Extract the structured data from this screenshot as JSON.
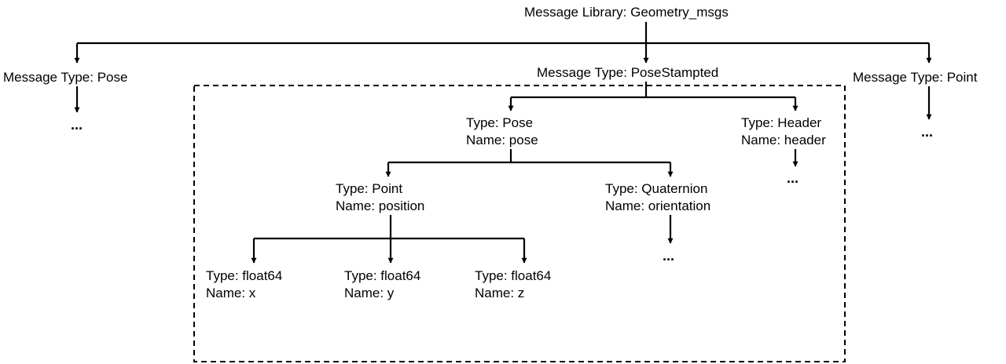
{
  "root": {
    "label": "Message Library: Geometry_msgs"
  },
  "message_types": [
    {
      "id": "pose",
      "label": "Message Type: Pose",
      "child": "..."
    },
    {
      "id": "posestamped",
      "label": "Message Type: PoseStampted"
    },
    {
      "id": "point",
      "label": "Message Type: Point",
      "child": "..."
    }
  ],
  "posestamped_fields": {
    "pose": {
      "type": "Type: Pose",
      "name": "Name: pose",
      "children": {
        "position": {
          "type": "Type: Point",
          "name": "Name: position",
          "children": [
            {
              "type": "Type: float64",
              "name": "Name: x"
            },
            {
              "type": "Type: float64",
              "name": "Name: y"
            },
            {
              "type": "Type: float64",
              "name": "Name: z"
            }
          ]
        },
        "orientation": {
          "type": "Type: Quaternion",
          "name": "Name: orientation",
          "child": "..."
        }
      }
    },
    "header": {
      "type": "Type: Header",
      "name": "Name: header",
      "child": "..."
    }
  }
}
